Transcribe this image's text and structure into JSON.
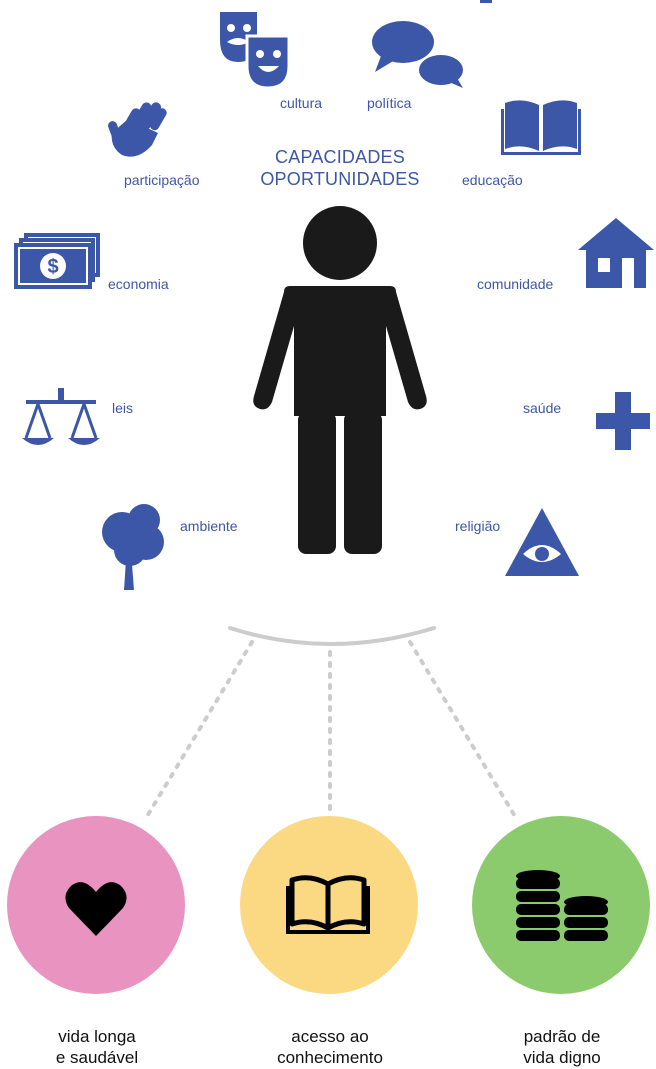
{
  "colors": {
    "icon_blue": "#3d57a8",
    "person": "#1a1a1a",
    "arc": "#cccccc",
    "pink": "#e893c0",
    "yellow": "#fbd882",
    "green": "#8ccb6d"
  },
  "center": {
    "line1": "CAPACIDADES",
    "line2": "OPORTUNIDADES"
  },
  "factors": {
    "cultura": {
      "label": "cultura",
      "icon": "theater-masks-icon"
    },
    "politica": {
      "label": "política",
      "icon": "speech-bubbles-icon"
    },
    "participacao": {
      "label": "participação",
      "icon": "raised-hand-icon"
    },
    "educacao": {
      "label": "educação",
      "icon": "open-book-icon"
    },
    "economia": {
      "label": "economia",
      "icon": "money-bills-icon"
    },
    "comunidade": {
      "label": "comunidade",
      "icon": "house-icon"
    },
    "leis": {
      "label": "leis",
      "icon": "scales-icon"
    },
    "saude": {
      "label": "saúde",
      "icon": "plus-cross-icon"
    },
    "ambiente": {
      "label": "ambiente",
      "icon": "tree-icon"
    },
    "religiao": {
      "label": "religião",
      "icon": "eye-triangle-icon"
    }
  },
  "outcomes": [
    {
      "line1": "vida longa",
      "line2": "e saudável",
      "icon": "heart-icon",
      "color": "#e893c0"
    },
    {
      "line1": "acesso ao",
      "line2": "conhecimento",
      "icon": "book-icon",
      "color": "#fbd882"
    },
    {
      "line1": "padrão de",
      "line2": "vida digno",
      "icon": "coin-stacks-icon",
      "color": "#8ccb6d"
    }
  ]
}
